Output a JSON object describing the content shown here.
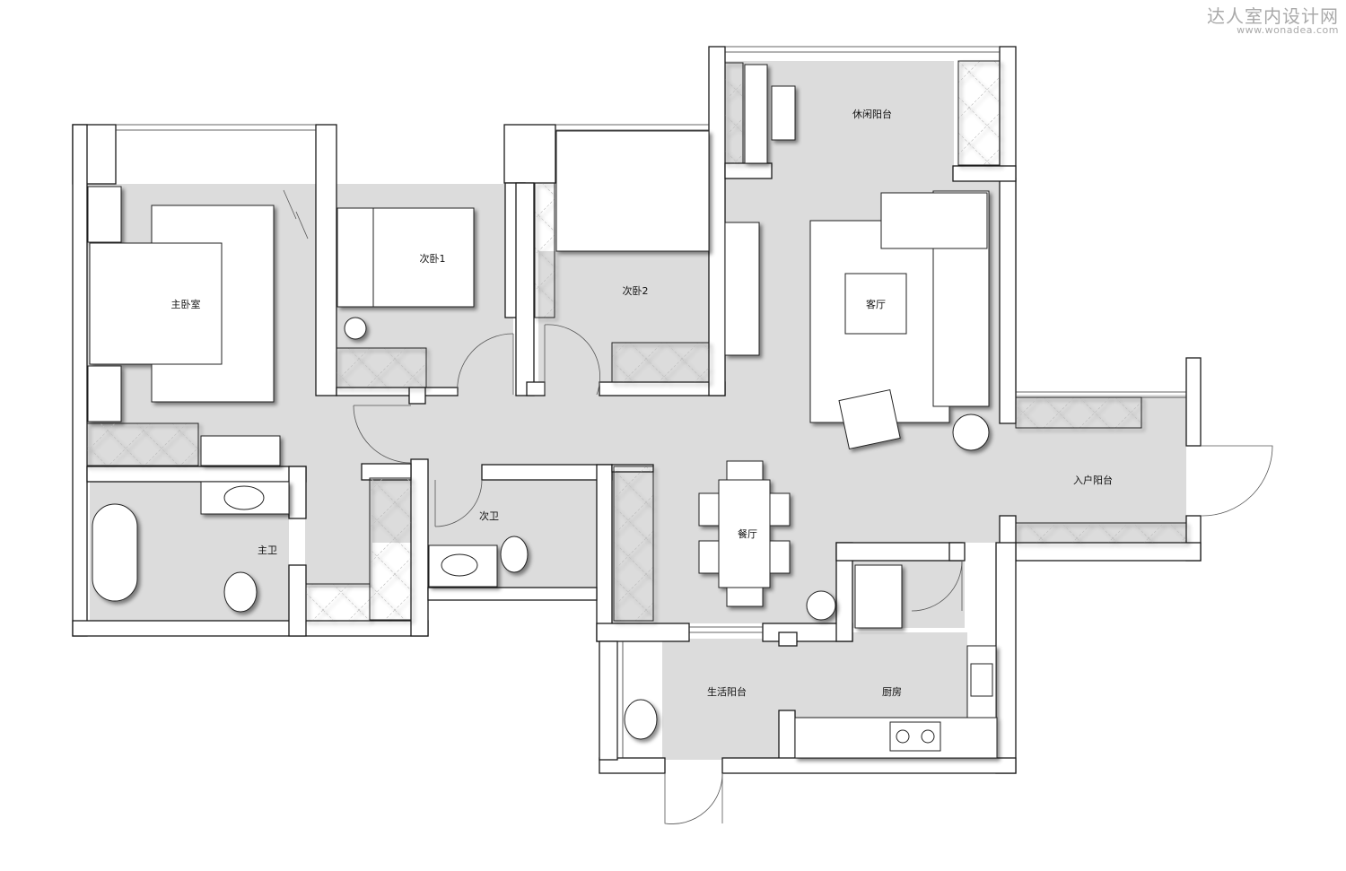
{
  "watermark": {
    "title": "达人室内设计网",
    "url": "www.wonadea.com"
  },
  "rooms": {
    "master_bedroom": "主卧室",
    "bedroom1": "次卧1",
    "bedroom2": "次卧2",
    "leisure_balcony": "休闲阳台",
    "living_room": "客厅",
    "entry_balcony": "入户阳台",
    "dining_room": "餐厅",
    "master_bath": "主卫",
    "second_bath": "次卫",
    "service_balcony": "生活阳台",
    "kitchen": "厨房"
  },
  "colors": {
    "wall": "#ffffff",
    "wall_stroke": "#1a1a1a",
    "floor": "#dcdcdc",
    "furniture": "#ffffff"
  }
}
